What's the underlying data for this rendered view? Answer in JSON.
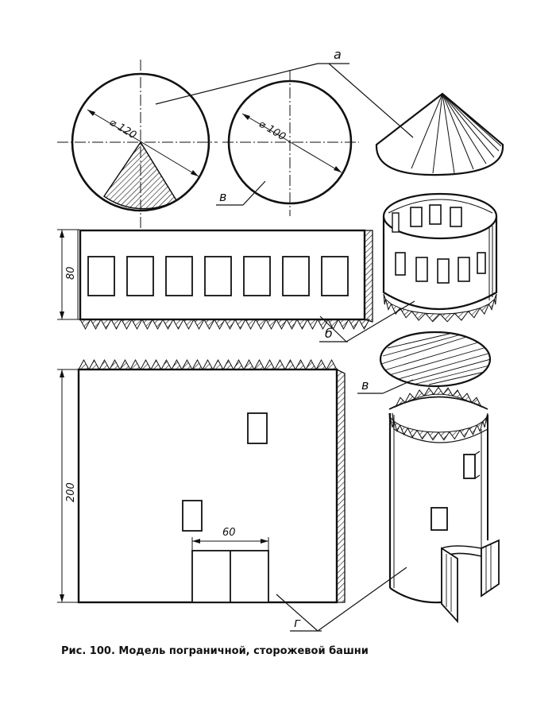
{
  "figure": {
    "caption": "Рис. 100. Модель пограничной, сторожевой башни",
    "part_labels": {
      "a": "а",
      "b": "б",
      "v1": "в",
      "v2": "в",
      "g": "г"
    },
    "dimensions": {
      "circle_large": "⌀ 120",
      "circle_small": "⌀ 100",
      "strip_height": "80",
      "wall_height": "200",
      "door_width": "60"
    }
  }
}
